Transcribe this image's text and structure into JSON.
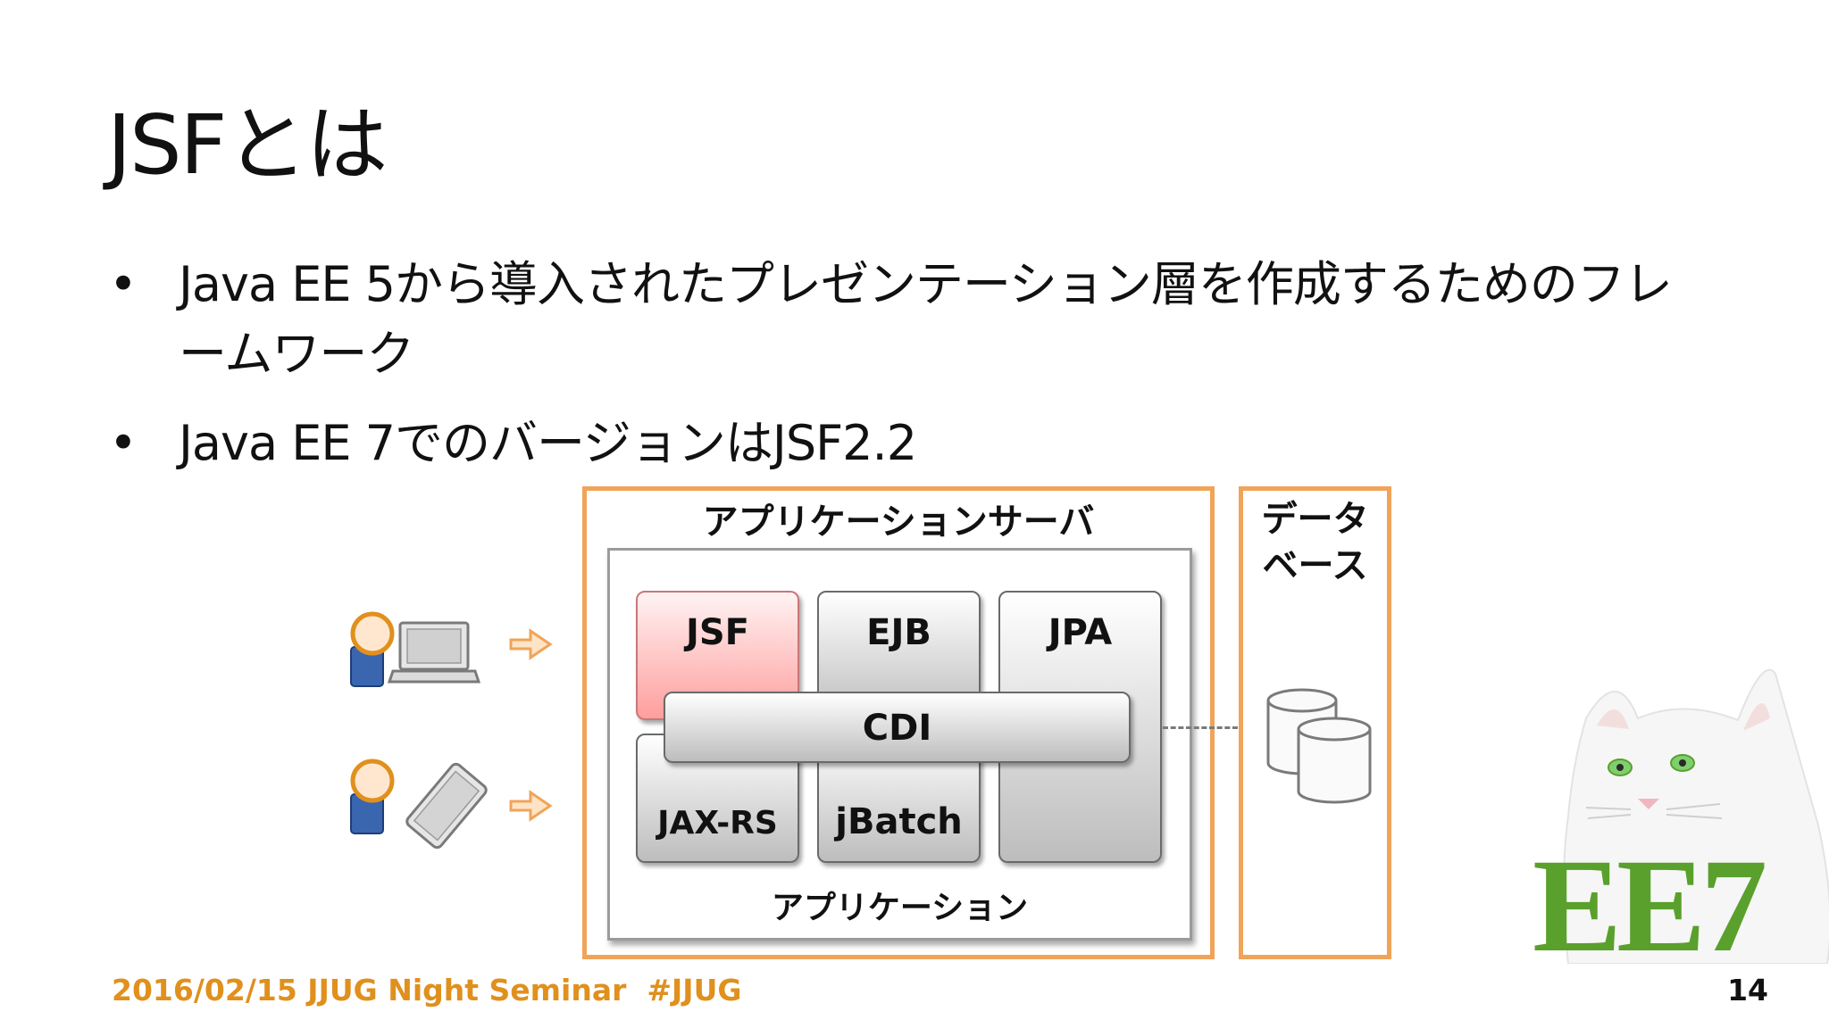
{
  "slide": {
    "title": "JSFとは",
    "bullets": [
      {
        "marker": "•",
        "text": "Java EE 5から導入されたプレゼンテーション層を作成するためのフレームワーク"
      },
      {
        "marker": "•",
        "text": "Java EE 7でのバージョンはJSF2.2"
      }
    ],
    "footer": "2016/02/15 JJUG Night Seminar  #JJUG",
    "page_number": "14"
  },
  "diagram": {
    "app_server_label": "アプリケーションサーバ",
    "application_label": "アプリケーション",
    "database_label_line1": "データ",
    "database_label_line2": "ベース",
    "components": {
      "jsf": "JSF",
      "ejb": "EJB",
      "jpa": "JPA",
      "cdi": "CDI",
      "jaxrs": "JAX-RS",
      "jbatch": "jBatch"
    },
    "logo_text": "EE7",
    "colors": {
      "accent_orange": "#f0a45a",
      "footer_orange": "#e0901d",
      "jsf_pink": "#ff9e9e",
      "user_blue": "#3a66b0",
      "logo_green": "#5aa02c"
    }
  }
}
